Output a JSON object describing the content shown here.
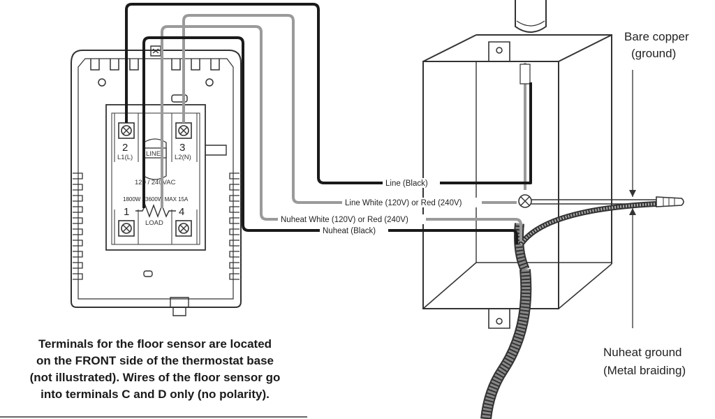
{
  "terminal_block": {
    "terminal_2_number": "2",
    "terminal_2_label": "L1(L)",
    "terminal_3_number": "3",
    "terminal_3_label": "L2(N)",
    "line_label": "LINE",
    "voltage_label": "120 / 240VAC",
    "rating_label": "1800W / 3600W MAX 15A",
    "terminal_1_number": "1",
    "terminal_4_number": "4",
    "load_label": "LOAD"
  },
  "wires": {
    "line_black": "Line (Black)",
    "line_white": "Line White (120V) or Red (240V)",
    "nuheat_white": "Nuheat White (120V) or Red (240V)",
    "nuheat_black": "Nuheat (Black)"
  },
  "callouts": {
    "bare_copper_line1": "Bare copper",
    "bare_copper_line2": "(ground)",
    "nuheat_ground_line1": "Nuheat ground",
    "nuheat_ground_line2": "(Metal braiding)"
  },
  "note": {
    "line1": "Terminals for the floor sensor are located",
    "line2": "on the FRONT side of the thermostat base",
    "line3": "(not illustrated). Wires of the floor sensor go",
    "line4": "into terminals C and D only (no polarity)."
  },
  "colors": {
    "black_wire": "#1a1a1a",
    "gray_wire": "#9a9a9a",
    "outline": "#333333"
  }
}
